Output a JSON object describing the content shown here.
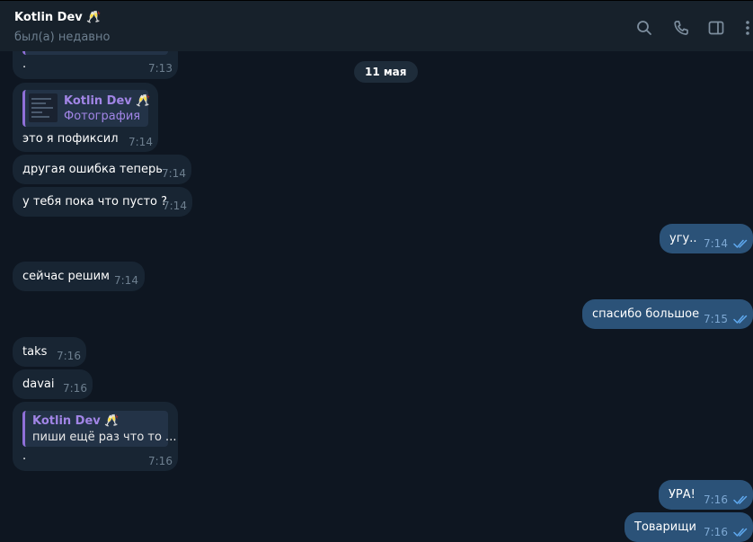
{
  "header": {
    "title": "Kotlin Dev 🥂",
    "status": "был(а) недавно",
    "icons": [
      "search-icon",
      "phone-icon",
      "sidebar-toggle-icon",
      "more-icon"
    ]
  },
  "date_separator": "11 мая",
  "messages": [
    {
      "text": ".",
      "time": "7:13"
    },
    {
      "reply_name": "Kotlin Dev 🥂",
      "reply_text": "Фотография",
      "text": "это я пофиксил",
      "time": "7:14"
    },
    {
      "text": "другая ошибка теперь",
      "time": "7:14"
    },
    {
      "text": "у тебя пока что пусто ?",
      "time": "7:14"
    },
    {
      "text": "угу..",
      "time": "7:14"
    },
    {
      "text": "сейчас решим",
      "time": "7:14"
    },
    {
      "text": "спасибо большое",
      "time": "7:15"
    },
    {
      "text": "taks",
      "time": "7:16"
    },
    {
      "text": "davai",
      "time": "7:16"
    },
    {
      "reply_name": "Kotlin Dev 🥂",
      "reply_text": "пиши ещё раз что то ...",
      "text": ".",
      "time": "7:16"
    },
    {
      "text": "УРА!",
      "time": "7:16"
    },
    {
      "text": "Товарищи",
      "time": "7:16"
    }
  ],
  "colors": {
    "background": "#0e1621",
    "header": "#17212b",
    "incoming_bubble": "#182533",
    "outgoing_bubble": "#2b5278",
    "reply_accent": "#8f70d8",
    "read_ticks": "#5fa9ef"
  }
}
